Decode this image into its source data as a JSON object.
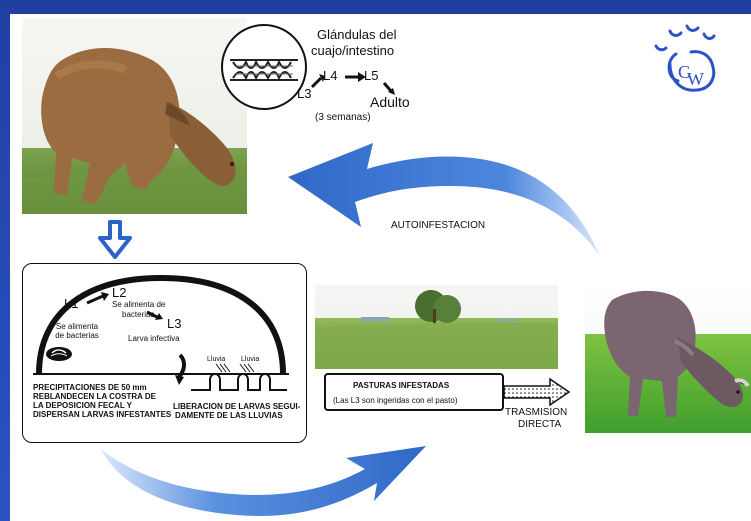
{
  "top_glands": {
    "title_line1": "Glándulas del",
    "title_line2": "cuajo/intestino",
    "l3": "L3",
    "l4": "L4",
    "l5": "L5",
    "adult": "Adulto",
    "duration": "(3 semanas)"
  },
  "autoinfestation": "AUTOINFESTACION",
  "fecal_box": {
    "l1": "L1",
    "l2": "L2",
    "l3": "L3",
    "l1_note": "Se alimenta de bacterias",
    "l2_note_1": "Se alimenta de",
    "l2_note_2": "bacterias",
    "infective": "Larva infectiva",
    "rain1": "Lluvia",
    "rain2": "Lluvia",
    "rain_text_1": "PRECIPITACIONES DE 50 mm",
    "rain_text_2": "REBLANDECEN LA COSTRA DE",
    "rain_text_3": "LA DEPOSICION FECAL Y",
    "rain_text_4": "DISPERSAN LARVAS INFESTANTES",
    "release_1": "LIBERACION DE LARVAS SEGUI-",
    "release_2": "DAMENTE DE LAS LLUVIAS"
  },
  "pasture": {
    "title": "PASTURAS INFESTADAS",
    "note": "(Las L3 son ingeridas con el pasto)"
  },
  "direct": {
    "line1": "TRASMISION",
    "line2": "DIRECTA"
  },
  "colors": {
    "bar": "#1f3fa3",
    "arrow_blue": "#2f68c8",
    "logo_blue": "#2c52c8"
  },
  "icons": [
    "logo-mark-icon",
    "gland-cross-section-icon",
    "feces-icon"
  ]
}
